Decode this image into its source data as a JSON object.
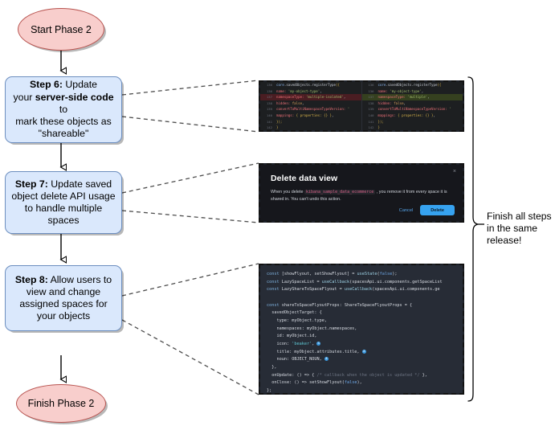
{
  "diagram": {
    "title": "Phase 2 rollout flowchart",
    "colors": {
      "terminator_fill": "#f8cecc",
      "terminator_stroke": "#b85450",
      "process_fill": "#dae8fc",
      "process_stroke": "#6c8ebf",
      "connector": "#000000",
      "callout_dash": "#4d4d4d"
    },
    "nodes": {
      "start": {
        "label": "Start Phase 2"
      },
      "step6": {
        "prefix": "Step 6:",
        "text_1": " Update",
        "text_2": "your ",
        "bold_2": "server-side code",
        "text_2b": " to",
        "text_3": "mark these objects as",
        "text_4": "\"shareable\""
      },
      "step7": {
        "prefix": "Step 7:",
        "text_1": " Update saved",
        "text_2": "object delete API usage",
        "text_3": "to handle multiple spaces"
      },
      "step8": {
        "prefix": "Step 8:",
        "text_1": " Allow users to",
        "text_2": "view and change",
        "text_3": "assigned spaces for",
        "text_4": "your objects"
      },
      "finish": {
        "label": "Finish Phase 2"
      }
    },
    "brace_note": {
      "line_1": "Finish all steps",
      "line_2": "in the same",
      "line_3": "release!"
    }
  },
  "callout_code_diff": {
    "name": "saved-objects-register-type-diff",
    "left": {
      "lines": [
        {
          "num": "136",
          "state": "ctx",
          "tokens": [
            {
              "t": "core",
              "c": "fn"
            },
            {
              "t": ".savedObjects.registerType",
              "c": "pun"
            },
            {
              "t": "({",
              "c": "brc"
            }
          ]
        },
        {
          "num": "136",
          "state": "ctx",
          "tokens": [
            {
              "t": "  name: ",
              "c": "prop"
            },
            {
              "t": "'my-object-type'",
              "c": "str"
            },
            {
              "t": ",",
              "c": "pun"
            }
          ]
        },
        {
          "num": "137",
          "state": "del",
          "tokens": [
            {
              "t": "  namespaceType: ",
              "c": "prop"
            },
            {
              "t": "'multiple-isolated'",
              "c": "str"
            },
            {
              "t": ",",
              "c": "pun"
            }
          ]
        },
        {
          "num": "138",
          "state": "ctx",
          "tokens": [
            {
              "t": "  hidden: ",
              "c": "prop"
            },
            {
              "t": "false",
              "c": "bool"
            },
            {
              "t": ",",
              "c": "pun"
            }
          ]
        },
        {
          "num": "139",
          "state": "ctx",
          "tokens": [
            {
              "t": "  convertToMultiNamespaceTypeVersion: ",
              "c": "prop"
            },
            {
              "t": "'",
              "c": "str"
            }
          ]
        },
        {
          "num": "140",
          "state": "ctx",
          "tokens": [
            {
              "t": "  mappings: ",
              "c": "prop"
            },
            {
              "t": "{ properties: {} }",
              "c": "brc"
            },
            {
              "t": ",",
              "c": "pun"
            }
          ]
        },
        {
          "num": "141",
          "state": "ctx",
          "tokens": [
            {
              "t": "});",
              "c": "brc"
            }
          ]
        },
        {
          "num": "142",
          "state": "ctx",
          "tokens": [
            {
              "t": "}",
              "c": "brc"
            }
          ]
        }
      ]
    },
    "right": {
      "lines": [
        {
          "num": "136",
          "state": "ctx",
          "tokens": [
            {
              "t": "core",
              "c": "fn"
            },
            {
              "t": ".savedObjects.registerType",
              "c": "pun"
            },
            {
              "t": "({",
              "c": "brc"
            }
          ]
        },
        {
          "num": "136",
          "state": "ctx",
          "tokens": [
            {
              "t": "  name: ",
              "c": "prop"
            },
            {
              "t": "'my-object-type'",
              "c": "str"
            },
            {
              "t": ",",
              "c": "pun"
            }
          ]
        },
        {
          "num": "137",
          "state": "add",
          "tokens": [
            {
              "t": "  namespaceType: ",
              "c": "prop"
            },
            {
              "t": "'multiple'",
              "c": "str"
            },
            {
              "t": ",",
              "c": "pun"
            }
          ]
        },
        {
          "num": "138",
          "state": "ctx",
          "tokens": [
            {
              "t": "  hidden: ",
              "c": "prop"
            },
            {
              "t": "false",
              "c": "bool"
            },
            {
              "t": ",",
              "c": "pun"
            }
          ]
        },
        {
          "num": "139",
          "state": "ctx",
          "tokens": [
            {
              "t": "  convertToMultiNamespaceTypeVersion: ",
              "c": "prop"
            },
            {
              "t": "'",
              "c": "str"
            }
          ]
        },
        {
          "num": "140",
          "state": "ctx",
          "tokens": [
            {
              "t": "  mappings: ",
              "c": "prop"
            },
            {
              "t": "{ properties: {} }",
              "c": "brc"
            },
            {
              "t": ",",
              "c": "pun"
            }
          ]
        },
        {
          "num": "141",
          "state": "ctx",
          "tokens": [
            {
              "t": "});",
              "c": "brc"
            }
          ]
        },
        {
          "num": "142",
          "state": "ctx",
          "tokens": [
            {
              "t": "}",
              "c": "brc"
            }
          ]
        }
      ]
    }
  },
  "callout_modal": {
    "name": "delete-data-view-modal",
    "title": "Delete data view",
    "close_icon": "×",
    "body_pre": "When you delete ",
    "body_code": "kibana_sample_data_ecommerce",
    "body_post": " , you remove it from every space it is shared in. You can't undo this action.",
    "cancel_label": "Cancel",
    "delete_label": "Delete",
    "accent": "#36a2ef"
  },
  "callout_react": {
    "name": "share-to-space-flyout-snippet",
    "lines": [
      "const [showFlyout, setShowFlyout] = useState(false);",
      "const LazySpaceList = useCallback(spacesApi.ui.components.getSpaceList",
      "const LazyShareToSpaceFlyout = useCallback(spacesApi.ui.components.ge",
      "",
      "const shareToSpaceFlyoutProps: ShareToSpaceFlyoutProps = {",
      "  savedObjectTarget: {",
      "    type: myObject.type,",
      "    namespaces: myObject.namespaces,",
      "    id: myObject.id,",
      "    icon: 'beaker', ①",
      "    title: myObject.attributes.title, ②",
      "    noun: OBJECT_NOUN, ③",
      "  },",
      "  onUpdate: () => { /* callback when the object is updated */ },",
      "  onClose: () => setShowFlyout(false),",
      "};"
    ]
  }
}
